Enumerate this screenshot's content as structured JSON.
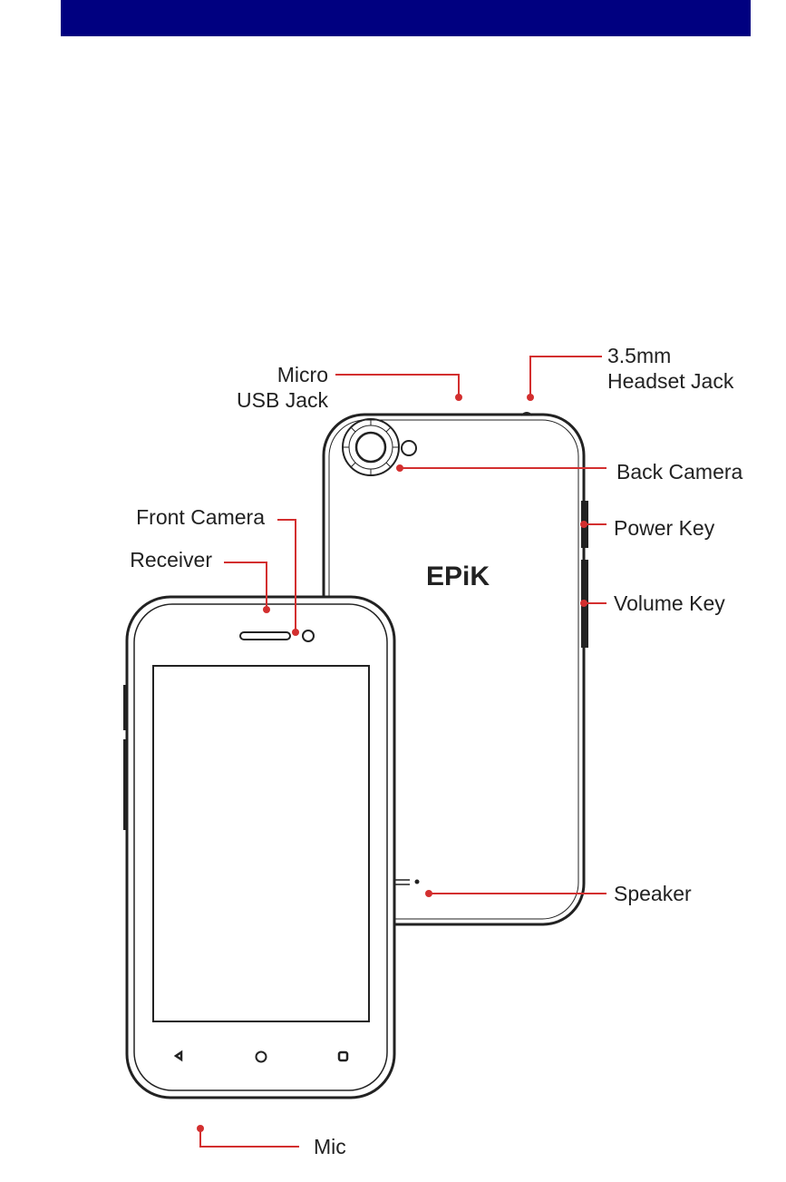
{
  "labels": {
    "micro_usb_line1": "Micro",
    "micro_usb_line2": "USB Jack",
    "headset_line1": "3.5mm",
    "headset_line2": "Headset Jack",
    "back_camera": "Back Camera",
    "power_key": "Power Key",
    "volume_key": "Volume Key",
    "front_camera": "Front Camera",
    "receiver": "Receiver",
    "speaker": "Speaker",
    "mic": "Mic"
  },
  "brand_logo": "EPiK",
  "colors": {
    "header": "#000080",
    "callout": "#d32f2f",
    "outline": "#222222"
  },
  "icons": [
    "back-nav-icon",
    "home-nav-icon",
    "recents-nav-icon"
  ]
}
